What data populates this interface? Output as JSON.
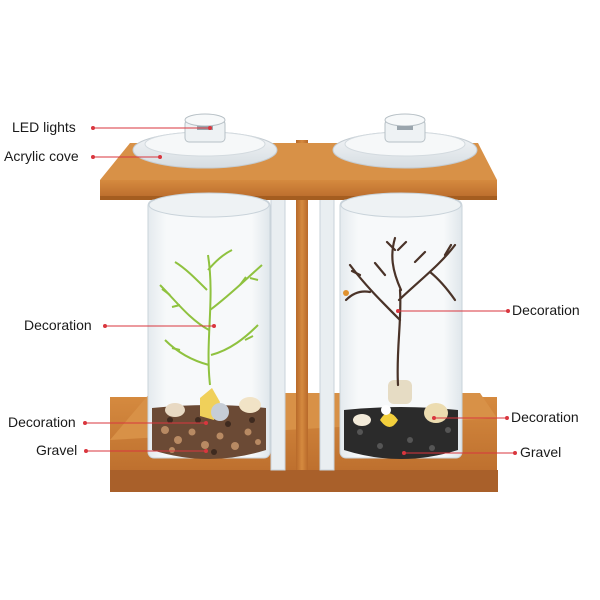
{
  "labels": {
    "led_lights": "LED lights",
    "acrylic_cover": "Acrylic cove",
    "decoration_left_upper": "Decoration",
    "decoration_left_lower": "Decoration",
    "gravel_left": "Gravel",
    "decoration_right_upper": "Decoration",
    "decoration_right_lower": "Decoration",
    "gravel_right": "Gravel"
  },
  "colors": {
    "callout_line": "#d9363e",
    "wood": "#c7782f",
    "wood_dark": "#a45d20",
    "glass_edge": "#c9d3da",
    "plant_green": "#8fc23f",
    "coral_dark": "#4a3328"
  }
}
